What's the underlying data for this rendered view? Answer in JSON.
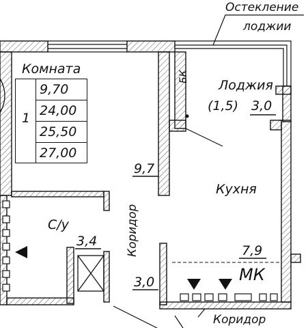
{
  "labels": {
    "glazing_line1": "Остекление",
    "glazing_line2": "лоджии",
    "room": "Комната",
    "loggia": "Лоджия",
    "loggia_area": "(1,5)",
    "loggia_depth": "3,0",
    "bk": "БК",
    "kitchen": "Кухня",
    "bathroom": "С/у",
    "bath_area": "3,4",
    "corridor_vertical": "Коридор",
    "corridor_bottom": "Коридор",
    "dim_9_7": "9,7",
    "kitchen_area": "7,9",
    "mk": "МК",
    "dim_3_0_bottom": "3,0"
  },
  "room_table": {
    "number": "1",
    "areas": [
      "9,70",
      "24,00",
      "25,50",
      "27,00"
    ]
  },
  "colors": {
    "line": "#111111",
    "hatch": "#555555",
    "background": "#ffffff"
  }
}
